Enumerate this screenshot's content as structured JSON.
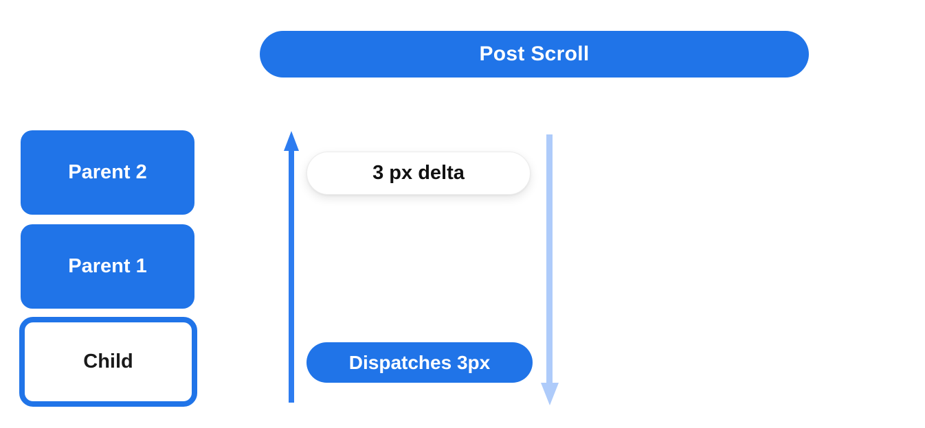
{
  "header": {
    "post_scroll_label": "Post Scroll"
  },
  "stack": {
    "boxes": [
      {
        "label": "Parent 2",
        "variant": "filled"
      },
      {
        "label": "Parent 1",
        "variant": "filled"
      },
      {
        "label": "Child",
        "variant": "outlined"
      }
    ]
  },
  "flow": {
    "delta_label": "3 px delta",
    "dispatch_label": "Dispatches 3px",
    "up_arrow": "scroll-delta-up",
    "down_arrow": "dispatch-down"
  },
  "colors": {
    "primary_blue": "#2074e8",
    "arrow_blue": "#2d7cf0",
    "light_blue": "#aecbfa",
    "text_dark": "#1a1a1a",
    "background": "#ffffff"
  }
}
